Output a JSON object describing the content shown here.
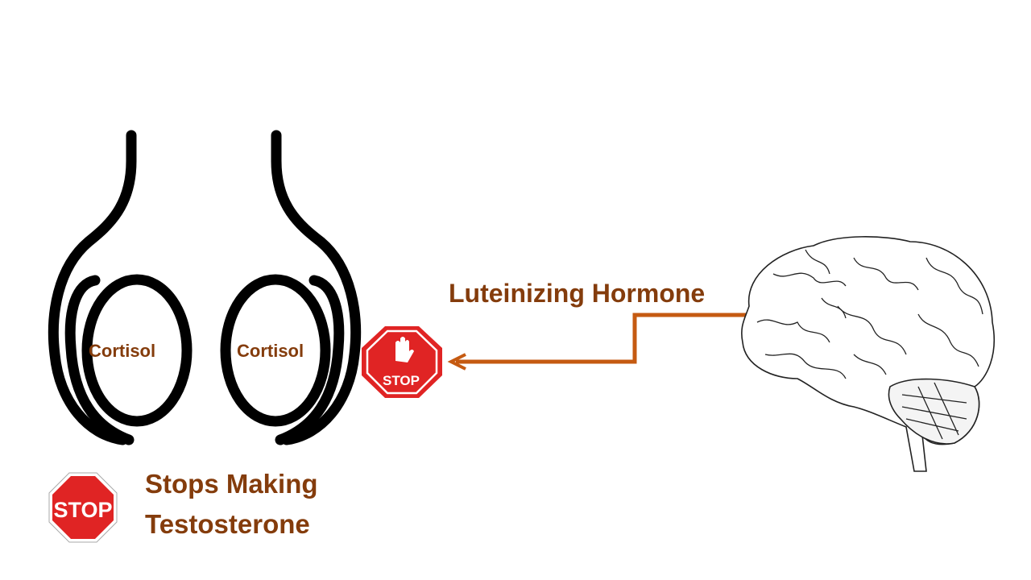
{
  "labels": {
    "left_gland": "Cortisol",
    "right_gland": "Cortisol",
    "hormone": "Luteinizing Hormone",
    "result_line1": "Stops Making",
    "result_line2": "Testosterone"
  },
  "signs": {
    "hand_stop_text": "STOP",
    "octagon_stop_text": "STOP"
  },
  "colors": {
    "text": "#843c0c",
    "arrow": "#c55a11",
    "stop_red": "#e02424"
  }
}
